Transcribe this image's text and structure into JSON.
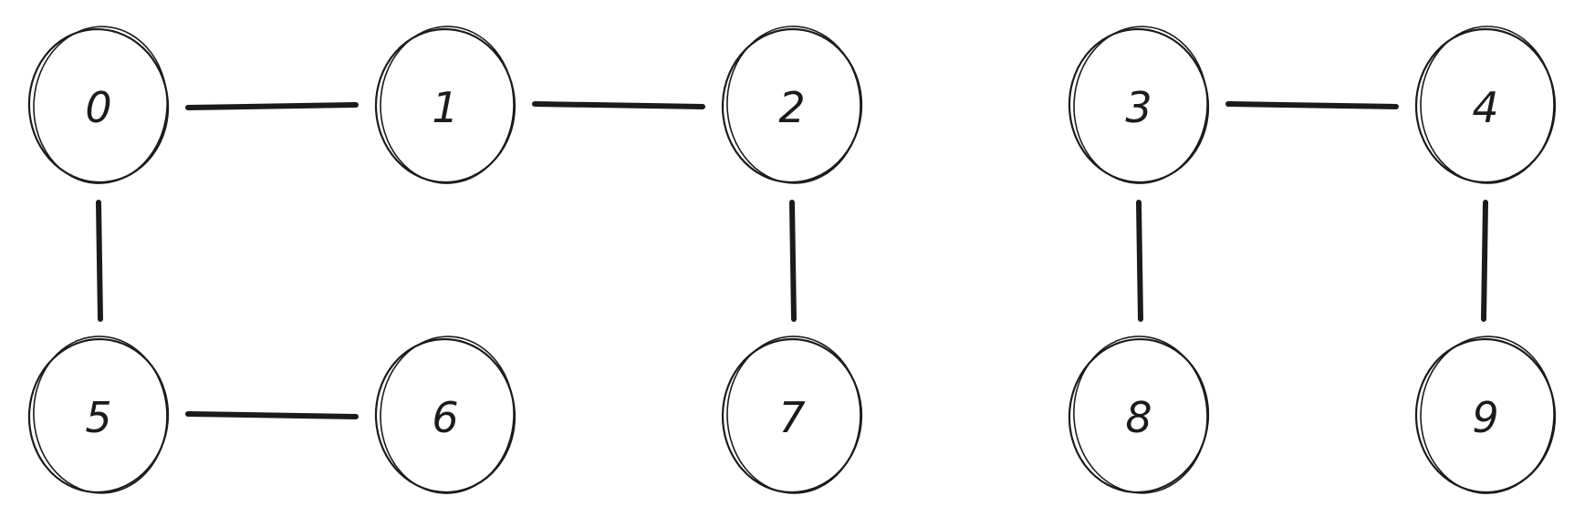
{
  "graph": {
    "nodes": [
      {
        "id": "0",
        "label": "0"
      },
      {
        "id": "1",
        "label": "1"
      },
      {
        "id": "2",
        "label": "2"
      },
      {
        "id": "3",
        "label": "3"
      },
      {
        "id": "4",
        "label": "4"
      },
      {
        "id": "5",
        "label": "5"
      },
      {
        "id": "6",
        "label": "6"
      },
      {
        "id": "7",
        "label": "7"
      },
      {
        "id": "8",
        "label": "8"
      },
      {
        "id": "9",
        "label": "9"
      }
    ],
    "edges": [
      {
        "from": "0",
        "to": "1"
      },
      {
        "from": "1",
        "to": "2"
      },
      {
        "from": "0",
        "to": "5"
      },
      {
        "from": "5",
        "to": "6"
      },
      {
        "from": "2",
        "to": "7"
      },
      {
        "from": "3",
        "to": "4"
      },
      {
        "from": "3",
        "to": "8"
      },
      {
        "from": "4",
        "to": "9"
      }
    ],
    "stroke_color": "#1b1b1b",
    "background_color": "#ffffff"
  }
}
